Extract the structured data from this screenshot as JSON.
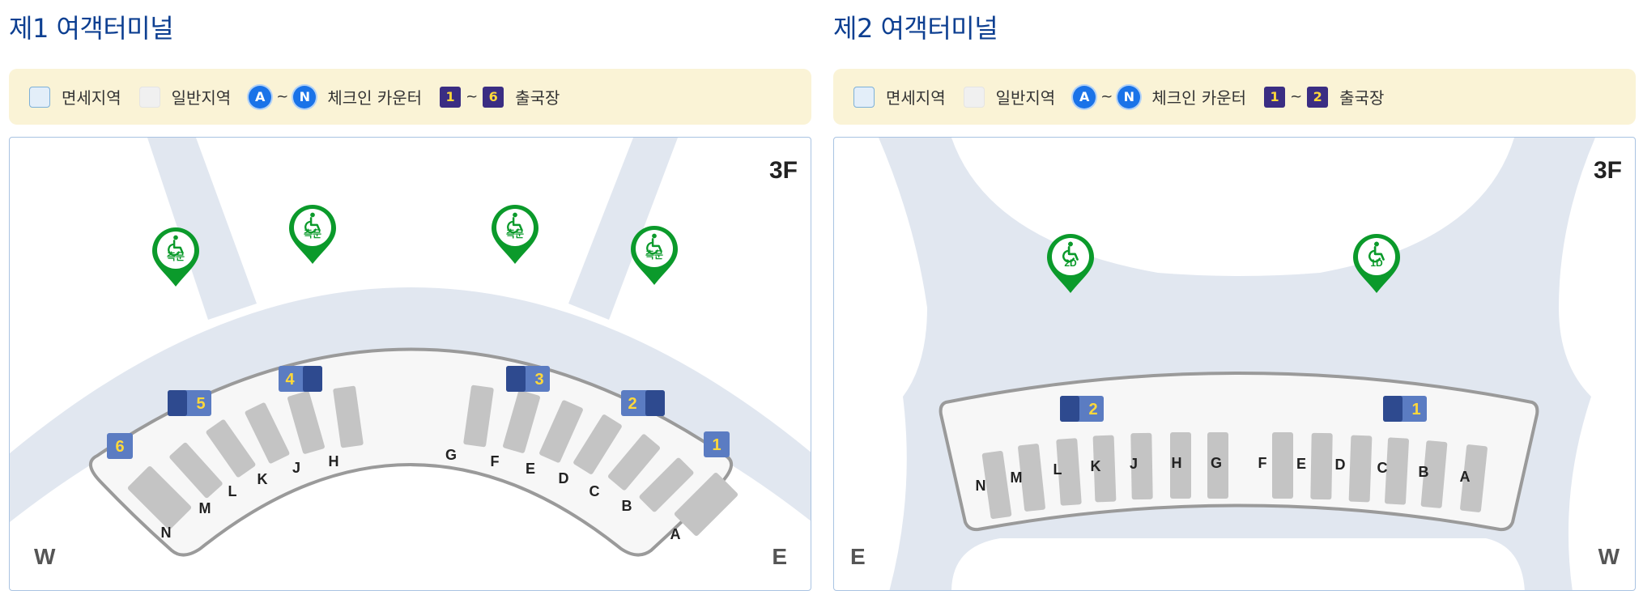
{
  "colors": {
    "title": "#0d3f91",
    "legend_bg": "#faf3d6",
    "duty_free_area": "#e1e7f0",
    "general_area": "#f0f0f0",
    "counter": "#c4c4c4",
    "accessibility_pin": "#0b9a2b",
    "gate_dark": "#2e4a8f",
    "gate_light": "#5b7cc2",
    "gate_number": "#ffd83a"
  },
  "terminal1": {
    "title": "제1 여객터미널",
    "legend": {
      "duty_free": "면세지역",
      "general": "일반지역",
      "counter_from": "A",
      "counter_to": "N",
      "tilde": "~",
      "counter_label": "체크인 카운터",
      "departure_from": "1",
      "departure_to": "6",
      "departure_label": "출국장"
    },
    "map": {
      "floor": "3F",
      "left_dir": "W",
      "right_dir": "E",
      "pins": [
        {
          "label": "측문",
          "icon": "wheelchair-icon"
        },
        {
          "label": "측문",
          "icon": "wheelchair-icon"
        },
        {
          "label": "측문",
          "icon": "wheelchair-icon"
        },
        {
          "label": "측문",
          "icon": "wheelchair-icon"
        }
      ],
      "departures": [
        "1",
        "2",
        "3",
        "4",
        "5",
        "6"
      ],
      "counters": [
        "A",
        "B",
        "C",
        "D",
        "E",
        "F",
        "G",
        "H",
        "J",
        "K",
        "L",
        "M",
        "N"
      ]
    }
  },
  "terminal2": {
    "title": "제2 여객터미널",
    "legend": {
      "duty_free": "면세지역",
      "general": "일반지역",
      "counter_from": "A",
      "counter_to": "N",
      "tilde": "~",
      "counter_label": "체크인 카운터",
      "departure_from": "1",
      "departure_to": "2",
      "departure_label": "출국장"
    },
    "map": {
      "floor": "3F",
      "left_dir": "E",
      "right_dir": "W",
      "pins": [
        {
          "label": "2D",
          "icon": "wheelchair-icon"
        },
        {
          "label": "1D",
          "icon": "wheelchair-icon"
        }
      ],
      "departures": [
        "1",
        "2"
      ],
      "counters": [
        "A",
        "B",
        "C",
        "D",
        "E",
        "F",
        "G",
        "H",
        "J",
        "K",
        "L",
        "M",
        "N"
      ]
    }
  }
}
